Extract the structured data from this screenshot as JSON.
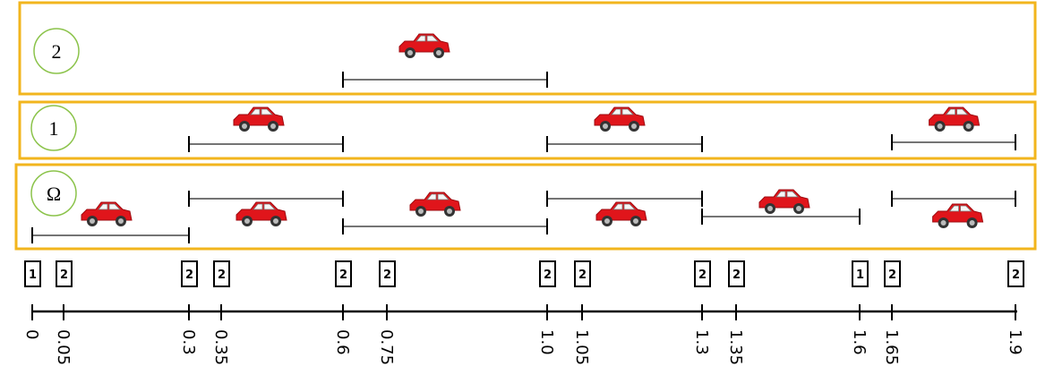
{
  "rows": [
    {
      "label": "2",
      "intervals": [
        {
          "start": 0.6,
          "end": 1.0,
          "car_at": 0.75,
          "car_above": true
        }
      ]
    },
    {
      "label": "1",
      "intervals": [
        {
          "start": 0.3,
          "end": 0.6,
          "car_at": 0.35,
          "car_above": true
        },
        {
          "start": 1.0,
          "end": 1.3,
          "car_at": 1.05,
          "car_above": true
        },
        {
          "start": 1.65,
          "end": 1.9,
          "car_at": 1.7,
          "car_above": true
        }
      ]
    },
    {
      "label": "Ω",
      "intervals": [
        {
          "start": 0.3,
          "end": 0.6,
          "car_at": null
        },
        {
          "start": 1.0,
          "end": 1.3,
          "car_at": null
        },
        {
          "start": 1.65,
          "end": 1.9,
          "car_at": null
        },
        {
          "start": 0,
          "end": 0.3,
          "car_at": 0.05,
          "car_above": true
        },
        {
          "start": 0.3,
          "end": 0.6,
          "car_at": 0.35,
          "car_above": true,
          "low": true
        },
        {
          "start": 0.6,
          "end": 1.0,
          "car_at": 0.75,
          "car_above": true
        },
        {
          "start": 1.0,
          "end": 1.3,
          "car_at": 1.05,
          "car_above": true,
          "low": true
        },
        {
          "start": 1.3,
          "end": 1.6,
          "car_at": 1.35,
          "car_above": true
        },
        {
          "start": 1.65,
          "end": 1.9,
          "car_at": 1.7,
          "car_above": true,
          "low": true
        }
      ]
    }
  ],
  "markers": [
    {
      "x": 0,
      "label": "1"
    },
    {
      "x": 0.05,
      "label": "2"
    },
    {
      "x": 0.3,
      "label": "2"
    },
    {
      "x": 0.35,
      "label": "2"
    },
    {
      "x": 0.6,
      "label": "2"
    },
    {
      "x": 0.75,
      "label": "2"
    },
    {
      "x": 1.0,
      "label": "2"
    },
    {
      "x": 1.05,
      "label": "2"
    },
    {
      "x": 1.3,
      "label": "2"
    },
    {
      "x": 1.35,
      "label": "2"
    },
    {
      "x": 1.6,
      "label": "1"
    },
    {
      "x": 1.65,
      "label": "2"
    },
    {
      "x": 1.9,
      "label": "2"
    }
  ],
  "axis": {
    "ticks": [
      {
        "value": 0,
        "label": "0"
      },
      {
        "value": 0.05,
        "label": "0.05"
      },
      {
        "value": 0.3,
        "label": "0.3"
      },
      {
        "value": 0.35,
        "label": "0.35"
      },
      {
        "value": 0.6,
        "label": "0.6"
      },
      {
        "value": 0.75,
        "label": "0.75"
      },
      {
        "value": 1.0,
        "label": "1.0"
      },
      {
        "value": 1.05,
        "label": "1.05"
      },
      {
        "value": 1.3,
        "label": "1.3"
      },
      {
        "value": 1.35,
        "label": "1.35"
      },
      {
        "value": 1.6,
        "label": "1.6"
      },
      {
        "value": 1.65,
        "label": "1.65"
      },
      {
        "value": 1.9,
        "label": "1.9"
      }
    ]
  },
  "colors": {
    "row_border": "#f2b51d",
    "circle_border": "#8bc34a",
    "car_body": "#e0151b",
    "line": "#000000"
  }
}
